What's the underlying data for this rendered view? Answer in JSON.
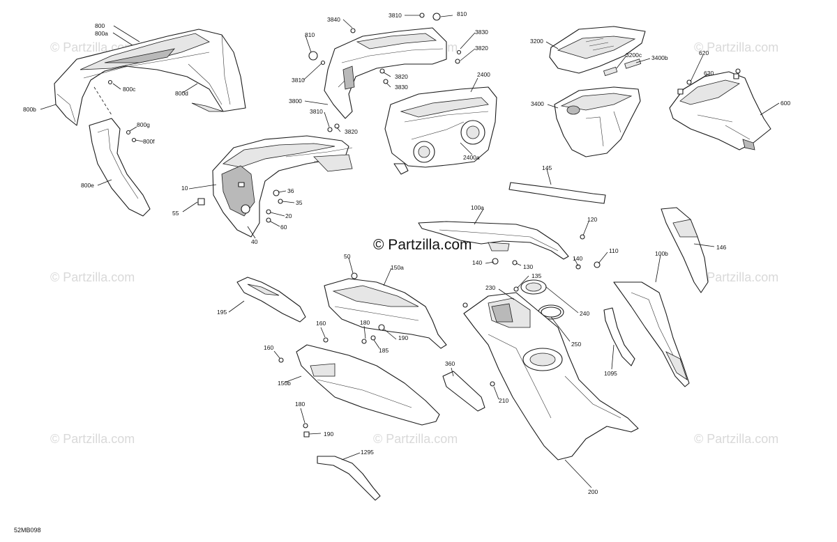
{
  "diagram_code": "52MB098",
  "watermark": {
    "center_text": "© Partzilla.com",
    "tile_text": "© Partzilla.com"
  },
  "callouts": [
    {
      "id": "c800",
      "label": "800"
    },
    {
      "id": "c800a",
      "label": "800a"
    },
    {
      "id": "c800b",
      "label": "800b"
    },
    {
      "id": "c800c",
      "label": "800c"
    },
    {
      "id": "c800d",
      "label": "800d"
    },
    {
      "id": "c800e",
      "label": "800e"
    },
    {
      "id": "c800f",
      "label": "800f"
    },
    {
      "id": "c800g",
      "label": "800g"
    },
    {
      "id": "c10",
      "label": "10"
    },
    {
      "id": "c20",
      "label": "20"
    },
    {
      "id": "c35",
      "label": "35"
    },
    {
      "id": "c36",
      "label": "36"
    },
    {
      "id": "c40",
      "label": "40"
    },
    {
      "id": "c55",
      "label": "55"
    },
    {
      "id": "c60",
      "label": "60"
    },
    {
      "id": "c810a",
      "label": "810"
    },
    {
      "id": "c810b",
      "label": "810"
    },
    {
      "id": "c3800",
      "label": "3800"
    },
    {
      "id": "c3810a",
      "label": "3810"
    },
    {
      "id": "c3810b",
      "label": "3810"
    },
    {
      "id": "c3810c",
      "label": "3810"
    },
    {
      "id": "c3820a",
      "label": "3820"
    },
    {
      "id": "c3820b",
      "label": "3820"
    },
    {
      "id": "c3820c",
      "label": "3820"
    },
    {
      "id": "c3830a",
      "label": "3830"
    },
    {
      "id": "c3830b",
      "label": "3830"
    },
    {
      "id": "c3840",
      "label": "3840"
    },
    {
      "id": "c2400",
      "label": "2400"
    },
    {
      "id": "c2400a",
      "label": "2400a"
    },
    {
      "id": "c3200",
      "label": "3200"
    },
    {
      "id": "c3200c",
      "label": "3200c"
    },
    {
      "id": "c3400",
      "label": "3400"
    },
    {
      "id": "c3400b",
      "label": "3400b"
    },
    {
      "id": "c600",
      "label": "600"
    },
    {
      "id": "c620",
      "label": "620"
    },
    {
      "id": "c630",
      "label": "630"
    },
    {
      "id": "c145",
      "label": "145"
    },
    {
      "id": "c146",
      "label": "146"
    },
    {
      "id": "c100a",
      "label": "100a"
    },
    {
      "id": "c100b",
      "label": "100b"
    },
    {
      "id": "c110",
      "label": "110"
    },
    {
      "id": "c120",
      "label": "120"
    },
    {
      "id": "c130",
      "label": "130"
    },
    {
      "id": "c135",
      "label": "135"
    },
    {
      "id": "c140a",
      "label": "140"
    },
    {
      "id": "c140b",
      "label": "140"
    },
    {
      "id": "c50",
      "label": "50"
    },
    {
      "id": "c150a",
      "label": "150a"
    },
    {
      "id": "c150b",
      "label": "150b"
    },
    {
      "id": "c160a",
      "label": "160"
    },
    {
      "id": "c160b",
      "label": "160"
    },
    {
      "id": "c180a",
      "label": "180"
    },
    {
      "id": "c180b",
      "label": "180"
    },
    {
      "id": "c185",
      "label": "185"
    },
    {
      "id": "c190a",
      "label": "190"
    },
    {
      "id": "c190b",
      "label": "190"
    },
    {
      "id": "c195",
      "label": "195"
    },
    {
      "id": "c200",
      "label": "200"
    },
    {
      "id": "c210",
      "label": "210"
    },
    {
      "id": "c230",
      "label": "230"
    },
    {
      "id": "c240",
      "label": "240"
    },
    {
      "id": "c250",
      "label": "250"
    },
    {
      "id": "c360",
      "label": "360"
    },
    {
      "id": "c1095",
      "label": "1095"
    },
    {
      "id": "c1295",
      "label": "1295"
    }
  ]
}
